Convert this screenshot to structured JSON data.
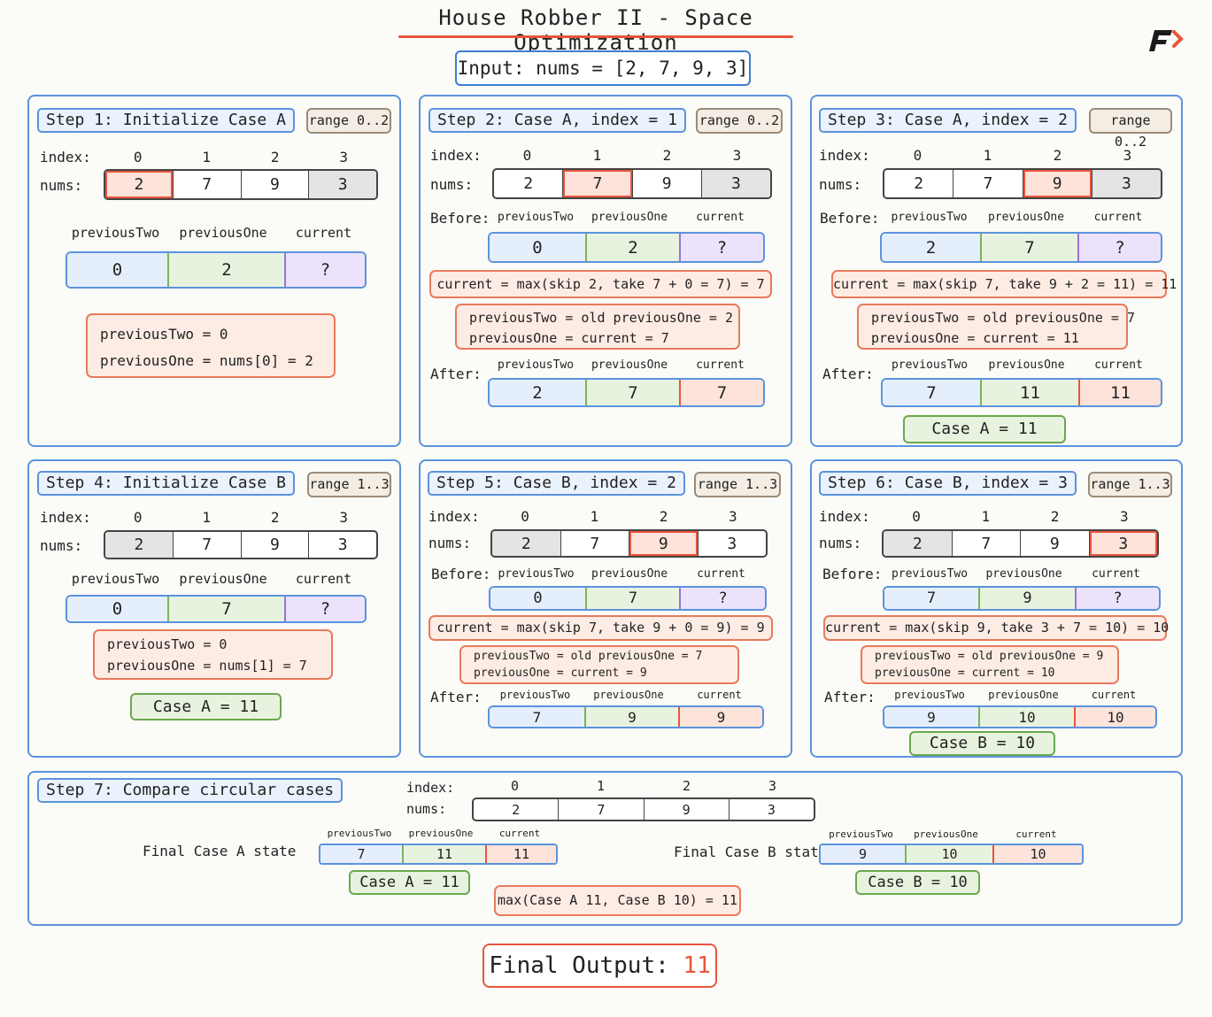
{
  "title": "House Robber II - Space Optimization",
  "input": "Input: nums = [2, 7, 9, 3]",
  "labels": {
    "index": "index:",
    "nums": "nums:",
    "before": "Before:",
    "after": "After:",
    "prev_two": "previousTwo",
    "prev_one": "previousOne",
    "current": "current"
  },
  "indices": [
    "0",
    "1",
    "2",
    "3"
  ],
  "nums": [
    "2",
    "7",
    "9",
    "3"
  ],
  "colors": {
    "accent": "#e8553b",
    "blue": "#5b93dd",
    "green": "#6aa84f",
    "purple": "#9a74d8"
  },
  "steps": {
    "s1": {
      "label": "Step 1: Initialize Case A",
      "range": "range 0..2",
      "vars": [
        "0",
        "2",
        "?"
      ],
      "note": [
        "previousTwo = 0",
        "previousOne = nums[0] = 2"
      ]
    },
    "s2": {
      "label": "Step 2: Case A, index = 1",
      "range": "range 0..2",
      "before": [
        "0",
        "2",
        "?"
      ],
      "formula": "current = max(skip 2, take 7 + 0 = 7) = 7",
      "note": [
        "previousTwo = old previousOne = 2",
        "previousOne = current = 7"
      ],
      "after": [
        "2",
        "7",
        "7"
      ]
    },
    "s3": {
      "label": "Step 3: Case A, index = 2",
      "range": "range 0..2",
      "before": [
        "2",
        "7",
        "?"
      ],
      "formula": "current = max(skip 7, take 9 + 2 = 11) = 11",
      "note": [
        "previousTwo = old previousOne = 7",
        "previousOne = current = 11"
      ],
      "after": [
        "7",
        "11",
        "11"
      ],
      "result": "Case A = 11"
    },
    "s4": {
      "label": "Step 4: Initialize Case B",
      "range": "range 1..3",
      "vars": [
        "0",
        "7",
        "?"
      ],
      "note": [
        "previousTwo = 0",
        "previousOne = nums[1] = 7"
      ],
      "result": "Case A = 11"
    },
    "s5": {
      "label": "Step 5: Case B, index = 2",
      "range": "range 1..3",
      "before": [
        "0",
        "7",
        "?"
      ],
      "formula": "current = max(skip 7, take 9 + 0 = 9) = 9",
      "note": [
        "previousTwo = old previousOne = 7",
        "previousOne = current = 9"
      ],
      "after": [
        "7",
        "9",
        "9"
      ]
    },
    "s6": {
      "label": "Step 6: Case B, index = 3",
      "range": "range 1..3",
      "before": [
        "7",
        "9",
        "?"
      ],
      "formula": "current = max(skip 9, take 3 + 7 = 10) = 10",
      "note": [
        "previousTwo = old previousOne = 9",
        "previousOne = current = 10"
      ],
      "after": [
        "9",
        "10",
        "10"
      ],
      "result": "Case B = 10"
    },
    "s7": {
      "label": "Step 7: Compare circular cases",
      "final_a_label": "Final Case A state",
      "final_a": [
        "7",
        "11",
        "11"
      ],
      "result_a": "Case A = 11",
      "final_b_label": "Final Case B state",
      "final_b": [
        "9",
        "10",
        "10"
      ],
      "result_b": "Case B = 10",
      "compare": "max(Case A 11, Case B 10) = 11"
    }
  },
  "final_output": {
    "label": "Final Output:",
    "value": "11"
  }
}
